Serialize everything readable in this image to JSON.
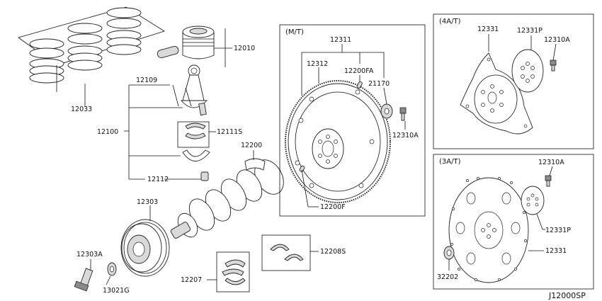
{
  "diagram": {
    "id": "J12000SP",
    "boxes": {
      "mt": "(M/T)",
      "at4": "(4A/T)",
      "at3": "(3A/T)"
    },
    "labels": {
      "p12033": "12033",
      "p12010": "12010",
      "p12109": "12109",
      "p12100": "12100",
      "p12111S": "12111S",
      "p12112": "12112",
      "p12200": "12200",
      "p12303": "12303",
      "p12303A": "12303A",
      "p13021G": "13021G",
      "p12207": "12207",
      "p12208S": "12208S",
      "p12311": "12311",
      "p12312": "12312",
      "p12200FA": "12200FA",
      "p21170": "21170",
      "p12310A_mt": "12310A",
      "p12200F": "12200F",
      "p12331_4at": "12331",
      "p12331P_4at": "12331P",
      "p12310A_4at": "12310A",
      "p12310A_3at": "12310A",
      "p12331P_3at": "12331P",
      "p12331_3at": "12331",
      "p32202": "32202"
    }
  }
}
